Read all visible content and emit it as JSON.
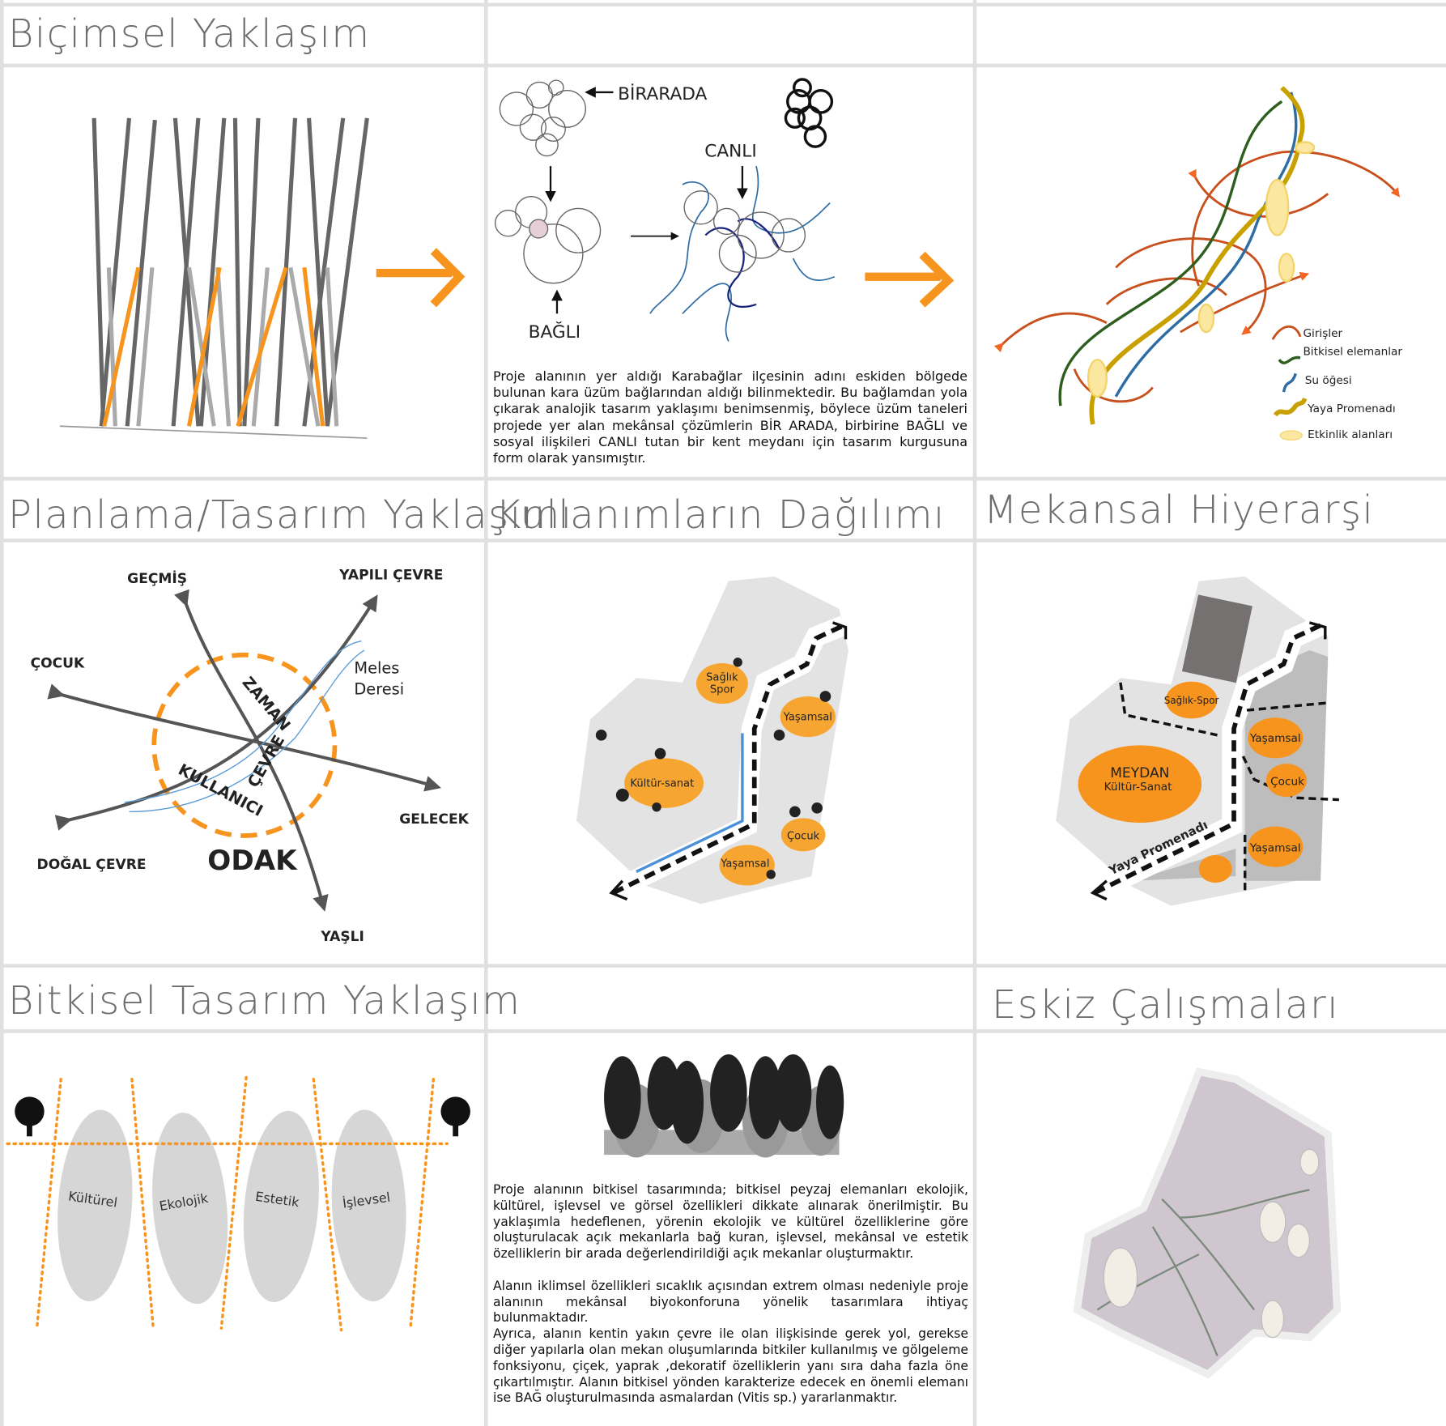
{
  "sections": {
    "bicimsel": {
      "title": "Biçimsel Yaklaşım",
      "labels": {
        "birarada": "BİRARADA",
        "canli": "CANLI",
        "bagli": "BAĞLI"
      },
      "paragraph": "Proje alanının yer aldığı Karabağlar ilçesinin adını eskiden bölgede bulunan kara üzüm bağlarından aldığı bilinmektedir. Bu bağlamdan yola çıkarak analojik tasarım yaklaşımı benimsenmiş, böylece üzüm taneleri projede yer alan mekânsal çözümlerin BİR ARADA, birbirine BAĞLI ve sosyal ilişkileri CANLI tutan bir kent meydanı için tasarım kurgusuna form olarak yansımıştır.",
      "legend": [
        "Girişler",
        "Bitkisel elemanlar",
        "Su öğesi",
        "Yaya Promenadı",
        "Etkinlik alanları"
      ]
    },
    "planlama": {
      "title": "Planlama/Tasarım Yaklaşımı",
      "labels": {
        "gecmis": "GEÇMİŞ",
        "yapili_cevre": "YAPILI ÇEVRE",
        "cocuk": "ÇOCUK",
        "meles1": "Meles",
        "meles2": "Deresi",
        "zaman": "ZAMAN",
        "cevre": "ÇEVRE",
        "kullanici": "KULLANICI",
        "gelecek": "GELECEK",
        "dogal_cevre": "DOĞAL ÇEVRE",
        "odak": "ODAK",
        "yasli": "YAŞLI"
      }
    },
    "kullanimlar": {
      "title": "Kullanımların Dağılımı",
      "labels": {
        "saglik1": "Sağlık",
        "saglik2": "Spor",
        "yasamsal1": "Yaşamsal",
        "kultur": "Kültür-sanat",
        "cocuk": "Çocuk",
        "yasamsal2": "Yaşamsal"
      }
    },
    "hiyerarsi": {
      "title": "Mekansal Hiyerarşi",
      "labels": {
        "saglik_spor": "Sağlık-Spor",
        "meydan": "MEYDAN",
        "kultur_sanat": "Kültür-Sanat",
        "yasamsal1": "Yaşamsal",
        "cocuk": "Çocuk",
        "yasamsal2": "Yaşamsal",
        "promenad": "Yaya Promenadı"
      }
    },
    "bitkisel": {
      "title": "Bitkisel Tasarım Yaklaşım",
      "labels": [
        "Kültürel",
        "Ekolojik",
        "Estetik",
        "İşlevsel"
      ],
      "paragraph": "Proje alanının bitkisel tasarımında; bitkisel peyzaj elemanları ekolojik, kültürel, işlevsel ve görsel özellikleri dikkate alınarak önerilmiştir. Bu yaklaşımla hedeflenen, yörenin ekolojik ve kültürel özelliklerine göre oluşturulacak açık mekanlarla bağ kuran, işlevsel, mekânsal ve estetik özelliklerin bir arada değerlendirildiği açık mekanlar  oluşturmaktır.\n\nAlanın iklimsel özellikleri sıcaklık açısından extrem olması nedeniyle proje alanının mekânsal  biyokonforuna yönelik tasarımlara ihtiyaç bulunmaktadır.\nAyrıca, alanın kentin yakın çevre ile olan ilişkisinde gerek yol, gerekse diğer yapılarla olan mekan oluşumlarında bitkiler kullanılmış ve gölgeleme fonksiyonu, çiçek, yaprak ,dekoratif özelliklerin yanı sıra daha fazla öne çıkartılmıştır. Alanın bitkisel yönden karakterize edecek en önemli elemanı ise BAĞ oluşturulmasında asmalardan  (Vitis  sp.)  yararlanmaktır."
    },
    "eskiz": {
      "title": "Eskiz Çalışmaları"
    }
  },
  "colors": {
    "orange": "#f7941d",
    "grid": "#e0e0e0",
    "title": "#6e6e6e",
    "gray_area": "#e3e3e3"
  }
}
